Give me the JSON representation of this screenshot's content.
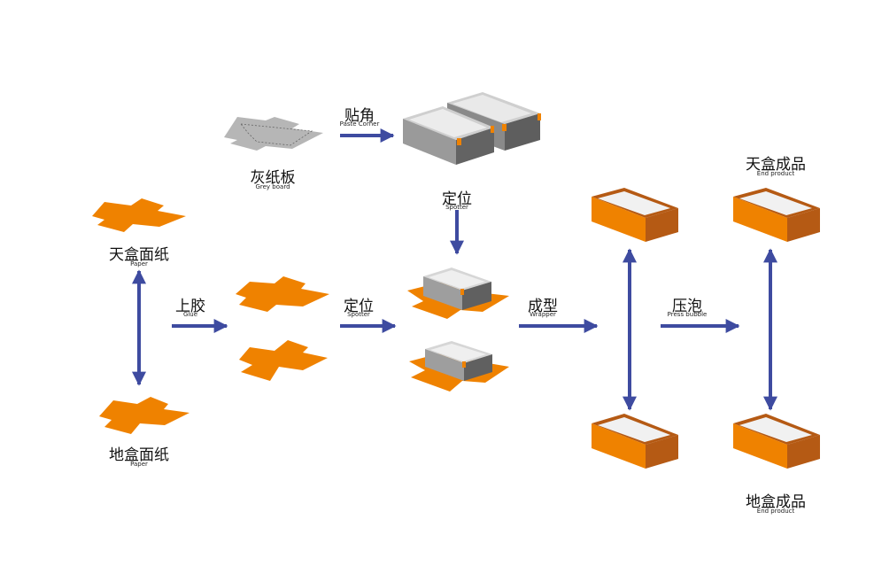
{
  "colors": {
    "orange": "#ef8200",
    "orange_dark": "#b55a14",
    "arrow": "#3e4ba0",
    "grey_light": "#b6b6b6",
    "grey_mid": "#8a8a8a",
    "grey_dark": "#5e5e5e"
  },
  "nodes": {
    "greyboard": {
      "zh": "灰纸板",
      "en": "Grey board"
    },
    "lid_paper": {
      "zh": "天盒面纸",
      "en": "Paper"
    },
    "base_paper": {
      "zh": "地盒面纸",
      "en": "Paper"
    },
    "lid_product": {
      "zh": "天盒成品",
      "en": "End product"
    },
    "base_product": {
      "zh": "地盒成品",
      "en": "End product"
    }
  },
  "steps": {
    "paste_corner": {
      "zh": "贴角",
      "en": "Paste Corner"
    },
    "spotter_top": {
      "zh": "定位",
      "en": "Spotter"
    },
    "glue": {
      "zh": "上胶",
      "en": "Glue"
    },
    "spotter_mid": {
      "zh": "定位",
      "en": "Spotter"
    },
    "wrapper": {
      "zh": "成型",
      "en": "Wrapper"
    },
    "press_bubble": {
      "zh": "压泡",
      "en": "Press bubble"
    }
  }
}
